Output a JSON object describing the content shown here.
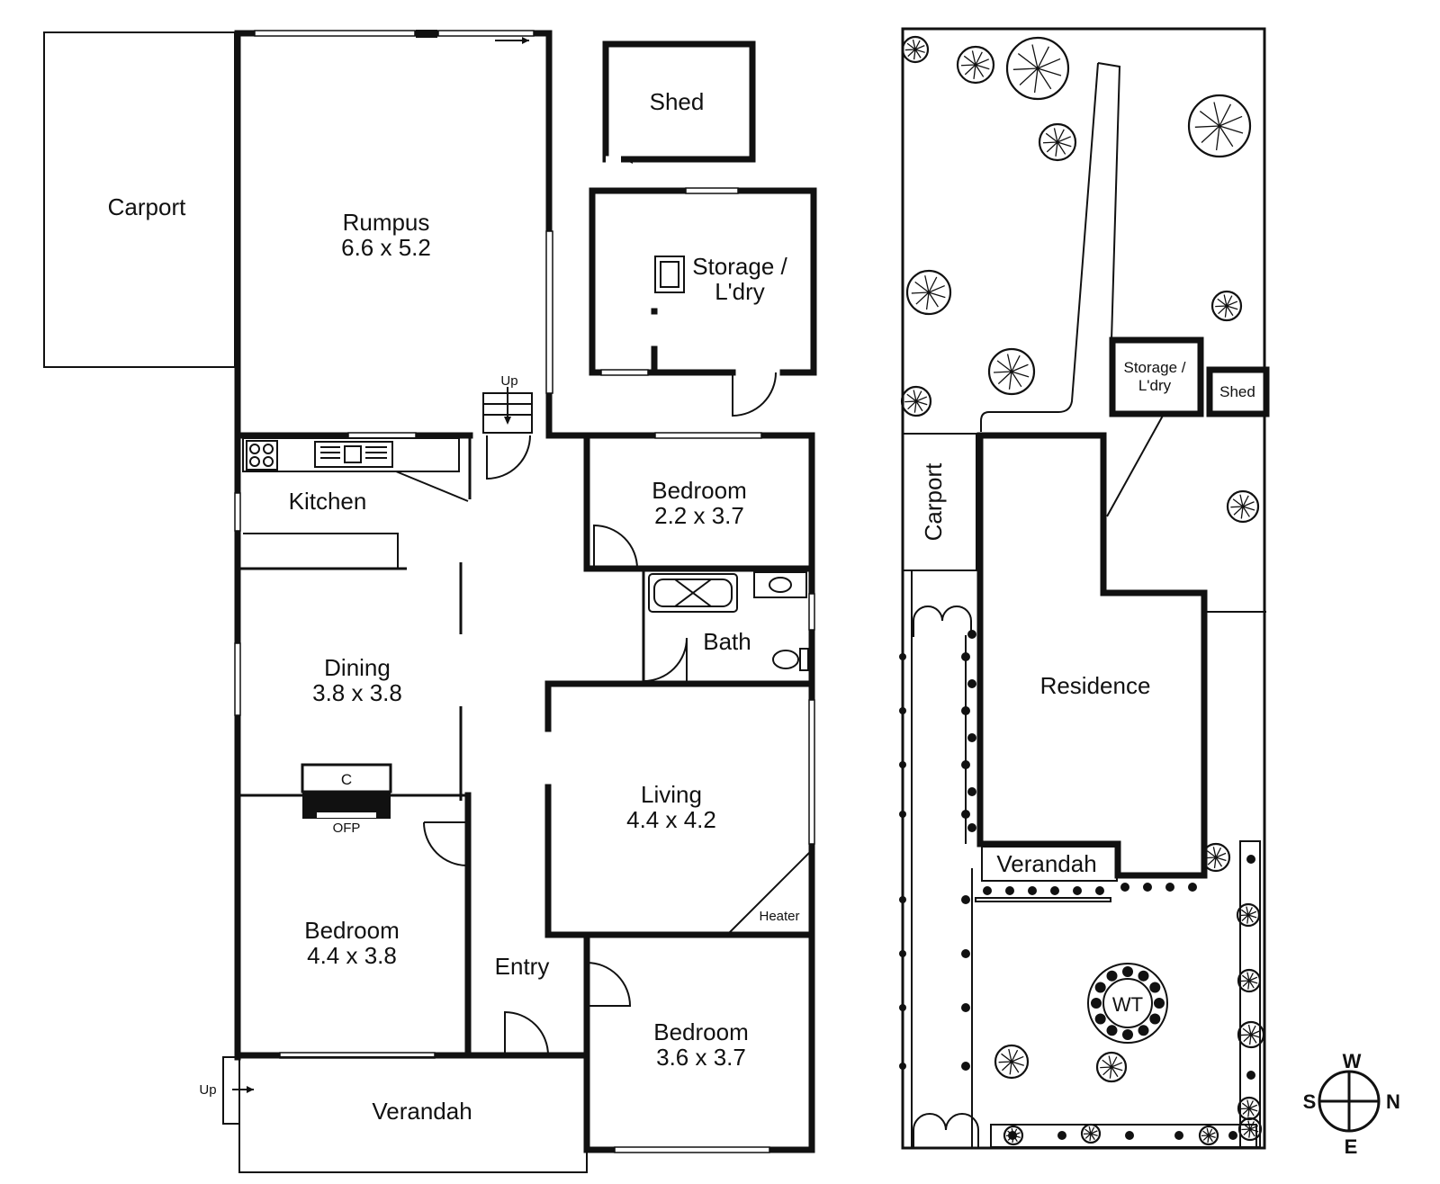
{
  "floor_plan": {
    "rooms": {
      "carport": "Carport",
      "rumpus_name": "Rumpus",
      "rumpus_dim": "6.6 x 5.2",
      "shed": "Shed",
      "storage_line1": "Storage /",
      "storage_line2": "L'dry",
      "kitchen": "Kitchen",
      "bedroom": "Bedroom",
      "bed1_dim": "2.2 x 3.7",
      "bath": "Bath",
      "dining_name": "Dining",
      "dining_dim": "3.8 x 3.8",
      "living_name": "Living",
      "living_dim": "4.4 x 4.2",
      "heater": "Heater",
      "fireplace_c": "C",
      "fireplace_ofp": "OFP",
      "bed2_dim": "4.4 x 3.8",
      "entry": "Entry",
      "bed3_dim": "3.6 x 3.7",
      "verandah": "Verandah",
      "up": "Up"
    }
  },
  "site_plan": {
    "storage_line1": "Storage /",
    "storage_line2": "L'dry",
    "shed": "Shed",
    "carport": "Carport",
    "residence": "Residence",
    "verandah": "Verandah",
    "water_tank": "WT"
  },
  "compass": {
    "north": "N",
    "south": "S",
    "east": "E",
    "west": "W"
  }
}
